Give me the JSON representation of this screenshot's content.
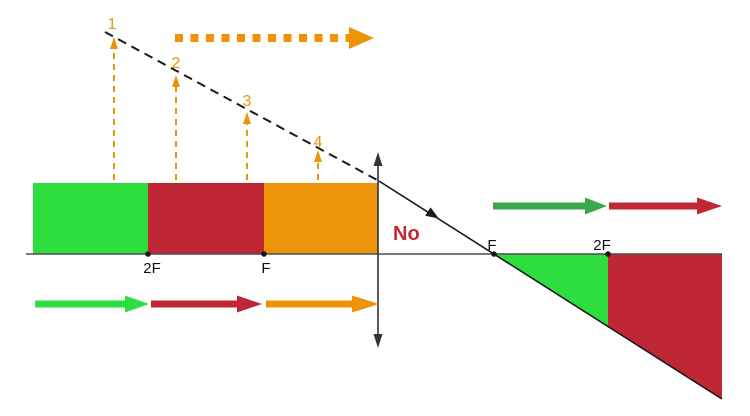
{
  "colors": {
    "green_bright": "#2EDE3E",
    "green_dark": "#3CA84C",
    "red": "#BF2734",
    "orange": "#EB9309",
    "axis_gray": "#4D4D4D",
    "ink": "#1A1A1A",
    "label_ink": "#111111",
    "no_red": "#C42B35"
  },
  "labels": {
    "pos1": "1",
    "pos2": "2",
    "pos3": "3",
    "pos4": "4",
    "left_2f": "2F",
    "left_f": "F",
    "right_f": "F",
    "right_2f": "2F",
    "no": "No"
  }
}
